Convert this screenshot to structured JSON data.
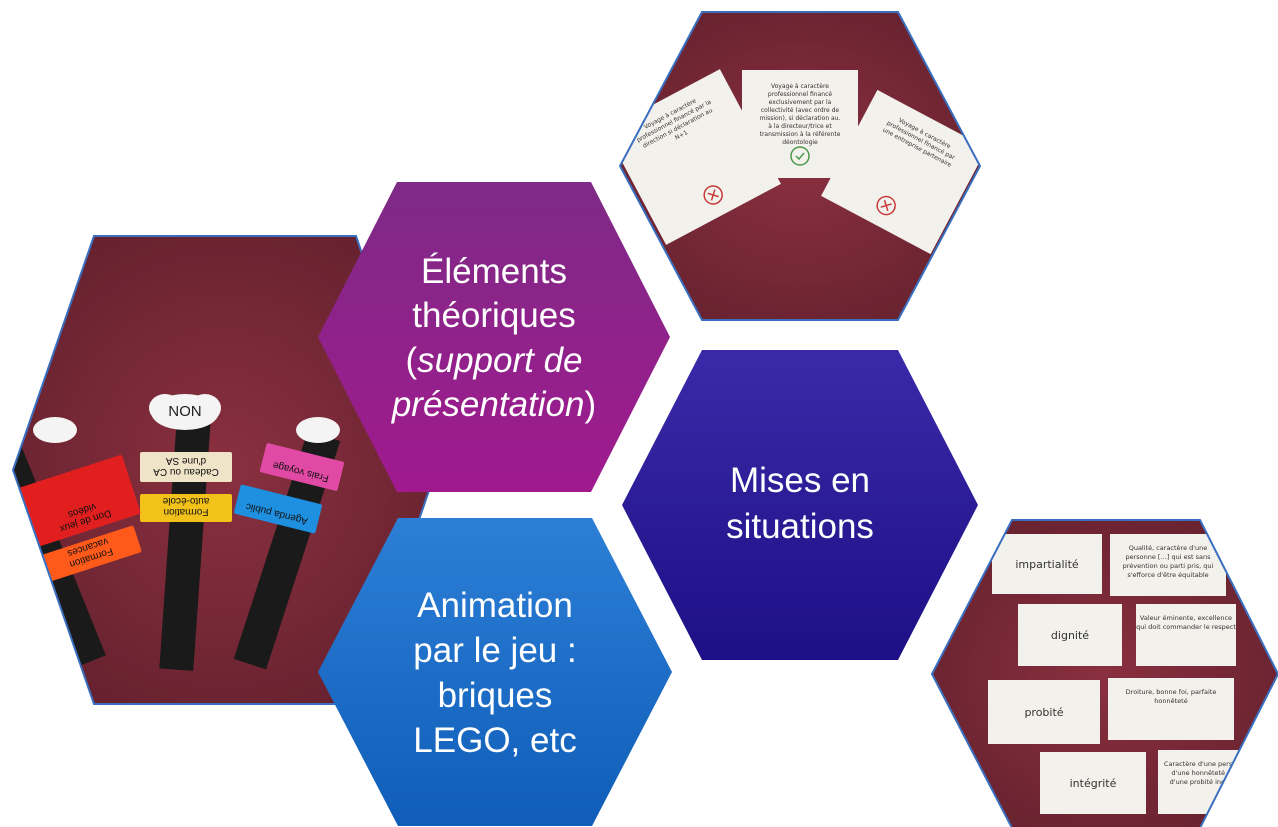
{
  "colors": {
    "background": "#ffffff",
    "hex_purple_top": "#7e2a86",
    "hex_purple_bottom": "#a01a8e",
    "hex_indigo_top": "#3b2aa8",
    "hex_indigo_bottom": "#1d0f86",
    "hex_blue_top": "#2d7fd6",
    "hex_blue_bottom": "#0f5db8",
    "photo_outline": "#3a6fc0",
    "felt_background": "#7a2a3a",
    "card_paper": "#f3f1ec"
  },
  "hexagons": {
    "theory": {
      "line1": "Éléments",
      "line2": "théoriques",
      "line3_prefix": "(",
      "line3_italic": "support de",
      "line4_italic": "présentation",
      "line4_suffix": ")"
    },
    "situations": {
      "line1": "Mises en",
      "line2": "situations"
    },
    "animation": {
      "line1": "Animation",
      "line2": "par le jeu :",
      "line3": "briques",
      "line4": "LEGO, etc"
    }
  },
  "photo_lego": {
    "sign_top": "NON",
    "bricks": [
      {
        "text": "Cadeau ou CA d'une SA",
        "color": "#f0e4c8"
      },
      {
        "text": "Formation auto-école",
        "color": "#f2c21a"
      },
      {
        "text": "Formation vacances",
        "color": "#ff5a1a"
      },
      {
        "text": "Don de jeux vidéos",
        "color": "#e21f1f"
      },
      {
        "text": "Frais voyage",
        "color": "#e04aa4"
      },
      {
        "text": "Agenda public",
        "color": "#1f8fe0"
      }
    ]
  },
  "photo_cards_top": {
    "cards": [
      {
        "text": "Voyage à caractère professionnel financé par la direction si déclaration au N+1",
        "mark": "cross"
      },
      {
        "text": "Voyage à caractère professionnel financé exclusivement par la collectivité (avec ordre de mission), si déclaration au. à la directeur/trice et transmission à la référente déontologie",
        "mark": "check"
      },
      {
        "text": "Voyage à caractère professionnel financé par une entreprise partenaire",
        "mark": "cross"
      }
    ]
  },
  "photo_cards_right": {
    "pairs": [
      {
        "term": "impartialité",
        "definition": "Qualité, caractère d'une personne […] qui est sans prévention ou parti pris, qui s'efforce d'être équitable"
      },
      {
        "term": "dignité",
        "definition": "Valeur éminente, excellence qui doit commander le respect"
      },
      {
        "term": "probité",
        "definition": "Droiture, bonne foi, parfaite honnêteté"
      },
      {
        "term": "intégrité",
        "definition": "Caractère d'une personne […] d'une honnêteté parfaite, d'une probité incorruptible"
      }
    ]
  }
}
